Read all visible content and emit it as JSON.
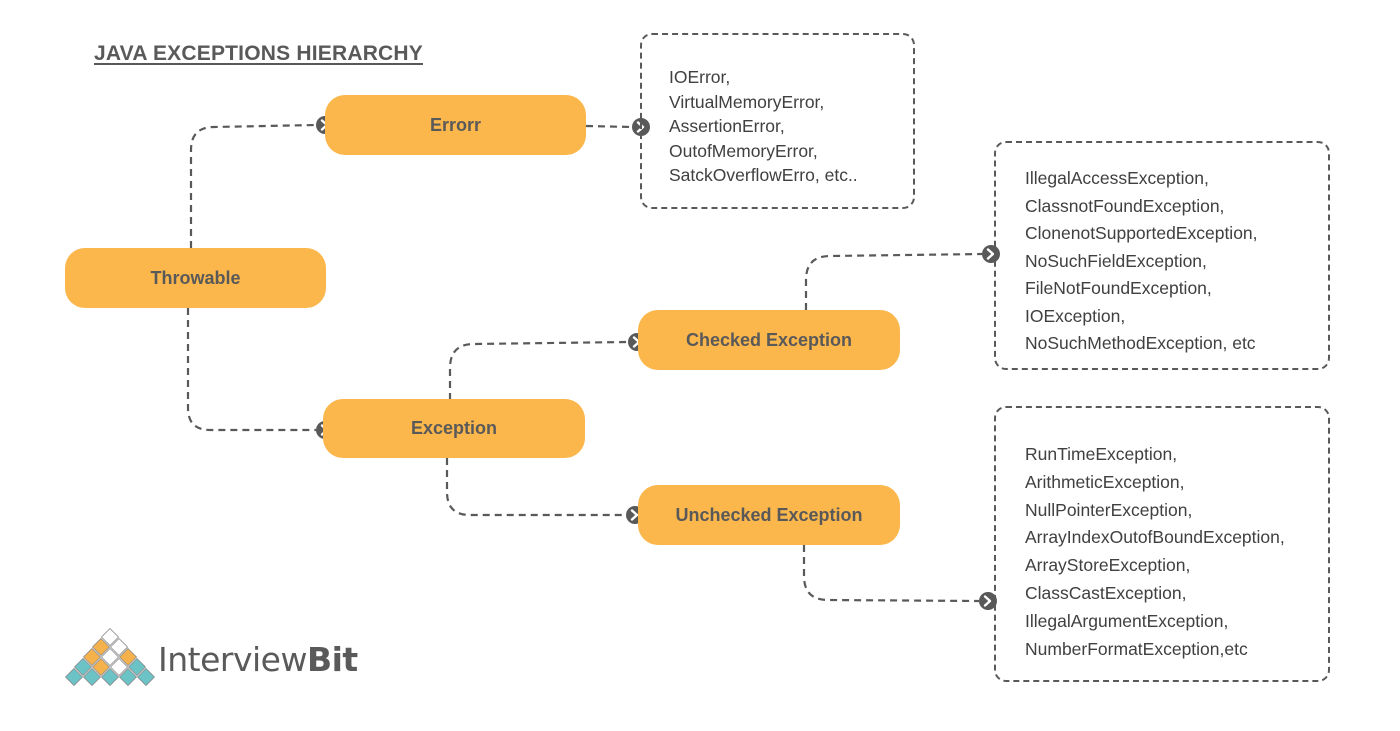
{
  "title": "JAVA EXCEPTIONS HIERARCHY",
  "nodes": {
    "throwable": "Throwable",
    "error": "Errorr",
    "exception": "Exception",
    "checked": "Checked Exception",
    "unchecked": "Unchecked Exception"
  },
  "error_examples": [
    "IOError,",
    "VirtualMemoryError,",
    "AssertionError,",
    "OutofMemoryError,",
    "SatckOverflowErro, etc.."
  ],
  "checked_examples": [
    "IllegalAccessException,",
    "ClassnotFoundException,",
    "ClonenotSupportedException,",
    "NoSuchFieldException,",
    "FileNotFoundException,",
    "IOException,",
    "NoSuchMethodException, etc"
  ],
  "unchecked_examples": [
    "RunTimeException,",
    "ArithmeticException,",
    "NullPointerException,",
    "ArrayIndexOutofBoundException,",
    "ArrayStoreException,",
    "ClassCastException,",
    "IllegalArgumentException,",
    "NumberFormatException,etc"
  ],
  "logo": {
    "part1": "Interview",
    "part2": "Bit"
  },
  "colors": {
    "node_fill": "#fbb74c",
    "line": "#595959",
    "text": "#595959",
    "logo_teal": "#6cc3c6",
    "logo_orange": "#f5b14c"
  }
}
